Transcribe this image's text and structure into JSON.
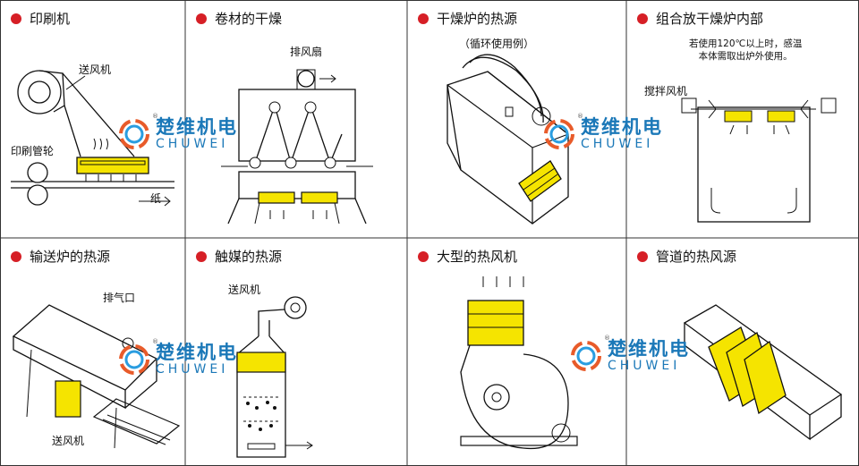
{
  "colors": {
    "bullet": "#d61f26",
    "line": "#111111",
    "heater": "#f5e400",
    "border": "#333333",
    "logo_blue": "#1b78b8"
  },
  "logo": {
    "cn": "楚维机电",
    "en": "CHUWEI",
    "reg": "®"
  },
  "panels": [
    {
      "title": "印刷机",
      "labels": [
        "送风机",
        "印刷管轮",
        "纸"
      ]
    },
    {
      "title": "卷材的干燥",
      "labels": [
        "排风扇"
      ]
    },
    {
      "title": "干燥炉的热源",
      "subtitle": "（循环使用例）"
    },
    {
      "title": "组合放干燥炉内部",
      "note_line1": "若使用120℃以上时，感温",
      "note_line2": "本体需取出炉外使用。",
      "labels": [
        "搅拌风机"
      ]
    },
    {
      "title": "输送炉的热源",
      "labels": [
        "排气口",
        "送风机"
      ]
    },
    {
      "title": "触媒的热源",
      "labels": [
        "送风机"
      ]
    },
    {
      "title": "大型的热风机"
    },
    {
      "title": "管道的热风源"
    }
  ]
}
